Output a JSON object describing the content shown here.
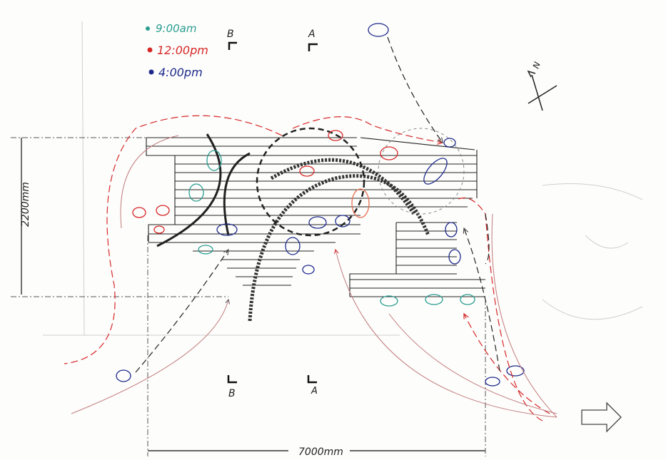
{
  "legend": {
    "items": [
      {
        "label": "9:00am",
        "color": "#2a9d8f"
      },
      {
        "label": "12:00pm",
        "color": "#d62828"
      },
      {
        "label": "4:00pm",
        "color": "#1d2a8a"
      }
    ]
  },
  "sections": {
    "top_b": "B",
    "top_a": "A",
    "bottom_b": "B",
    "bottom_a": "A"
  },
  "north": "N",
  "dimensions": {
    "width": "7000mm",
    "height": "2200mm"
  },
  "colors": {
    "ink": "#1a1a1a",
    "morning": "#2a9d8f",
    "noon": "#d62828",
    "afternoon": "#1d2a8a"
  }
}
